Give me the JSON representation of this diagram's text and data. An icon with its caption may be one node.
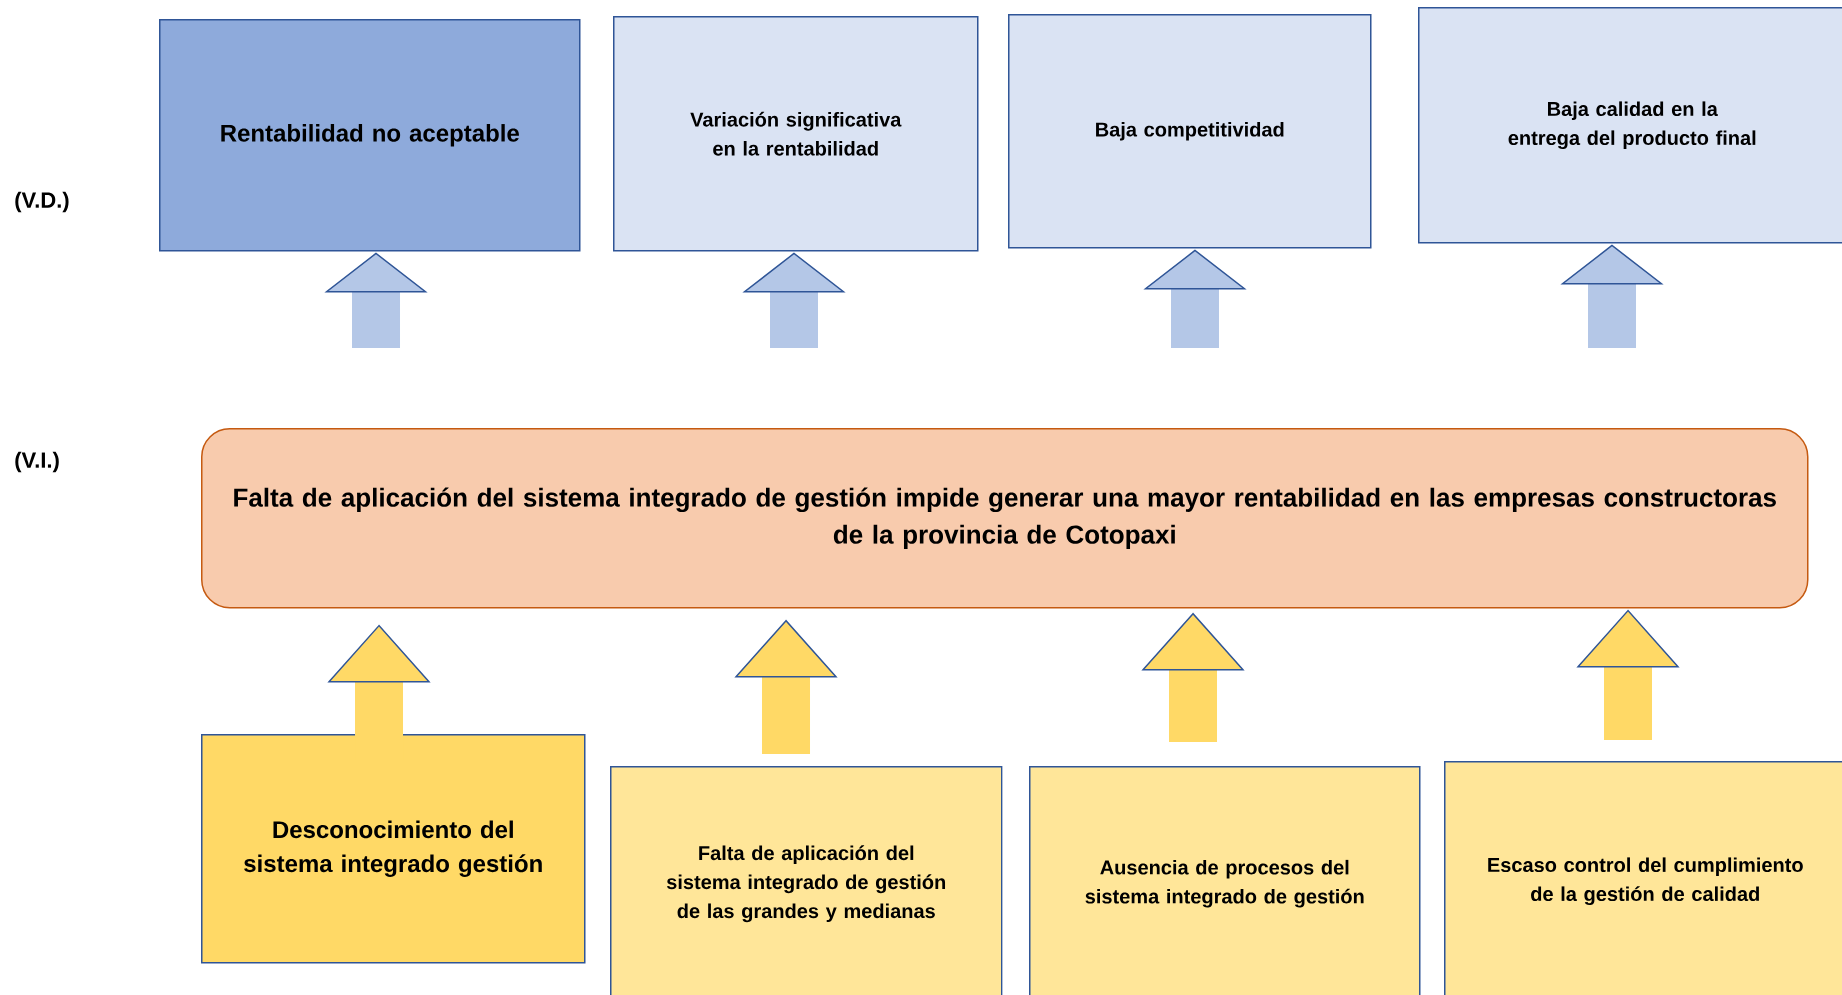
{
  "diagram": {
    "nodes": [
      {
        "text": [
          "Rentabilidad no aceptable"
        ]
      },
      {
        "text": [
          "Variación significativa en la rentabilidad"
        ]
      },
      {
        "text": [
          "Baja competitividad"
        ]
      },
      {
        "text": [
          "Baja calidad en la entrega del producto final"
        ]
      },
      {
        "text": [
          "Falta de aplicación del sistema integrado de gestión impide generar una mayor rentabilidad en las empresas constructoras de la provincia de Cotopaxi"
        ]
      },
      {
        "text": [
          "Desconocimiento del sistema integrado gestión"
        ]
      },
      {
        "text": [
          "Falta de aplicación del sistema integrado de gestión de las grandes y medianas"
        ]
      },
      {
        "text": [
          "Ausencia de procesos del sistema integrado de gestión"
        ]
      },
      {
        "text": [
          "Escaso control del cumplimiento de la gestión de calidad"
        ]
      }
    ],
    "edges": [
      {
        "from": 4,
        "to": 0,
        "arrow": "to",
        "color": "#b4c7e7"
      },
      {
        "from": 4,
        "to": 1,
        "arrow": "to",
        "color": "#b4c7e7"
      },
      {
        "from": 4,
        "to": 2,
        "arrow": "to",
        "color": "#b4c7e7"
      },
      {
        "from": 4,
        "to": 3,
        "arrow": "to",
        "color": "#b4c7e7"
      },
      {
        "from": 5,
        "to": 4,
        "arrow": "to",
        "color": "#ffd966"
      },
      {
        "from": 6,
        "to": 4,
        "arrow": "to",
        "color": "#ffd966"
      },
      {
        "from": 7,
        "to": 4,
        "arrow": "to",
        "color": "#ffd966"
      },
      {
        "from": 8,
        "to": 4,
        "arrow": "to",
        "color": "#ffd966"
      }
    ],
    "labels": [
      "(V.D.)",
      "(V.I.)"
    ]
  }
}
